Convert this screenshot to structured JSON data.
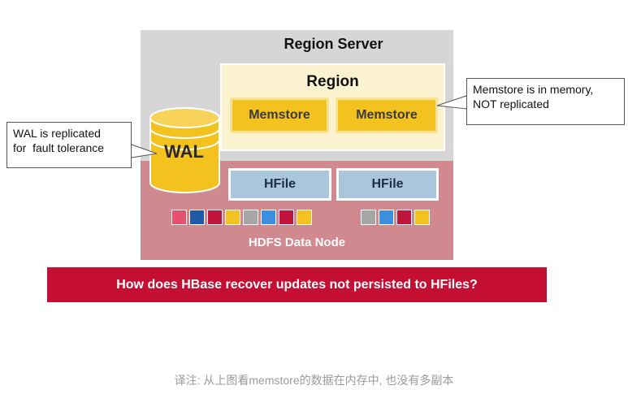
{
  "region_server": {
    "title": "Region Server"
  },
  "region": {
    "title": "Region",
    "memstores": [
      "Memstore",
      "Memstore"
    ]
  },
  "wal": {
    "label": "WAL"
  },
  "hfiles": [
    "HFile",
    "HFile"
  ],
  "hdfs": {
    "label": "HDFS Data Node",
    "block_groups": [
      [
        "#e8506f",
        "#1d5aa8",
        "#c0143c",
        "#f4c21f",
        "#a6a6a6",
        "#3b8fe0",
        "#c0143c",
        "#f4c21f"
      ],
      [
        "#a6a6a6",
        "#3b8fe0",
        "#c0143c",
        "#f4c21f"
      ]
    ]
  },
  "callouts": {
    "wal": "WAL is replicated\nfor  fault tolerance",
    "memstore": "Memstore is in memory,\nNOT replicated"
  },
  "banner": "How does HBase recover updates not persisted to  HFiles?",
  "caption": "译注: 从上图看memstore的数据在内存中, 也没有多副本",
  "colors": {
    "region_server_bg": "#d6d6d6",
    "hdfs_bg": "#d08a8f",
    "region_bg": "#fbf3cf",
    "memstore": "#f4c21f",
    "hfile": "#a9c6dd",
    "banner": "#c40f33"
  }
}
